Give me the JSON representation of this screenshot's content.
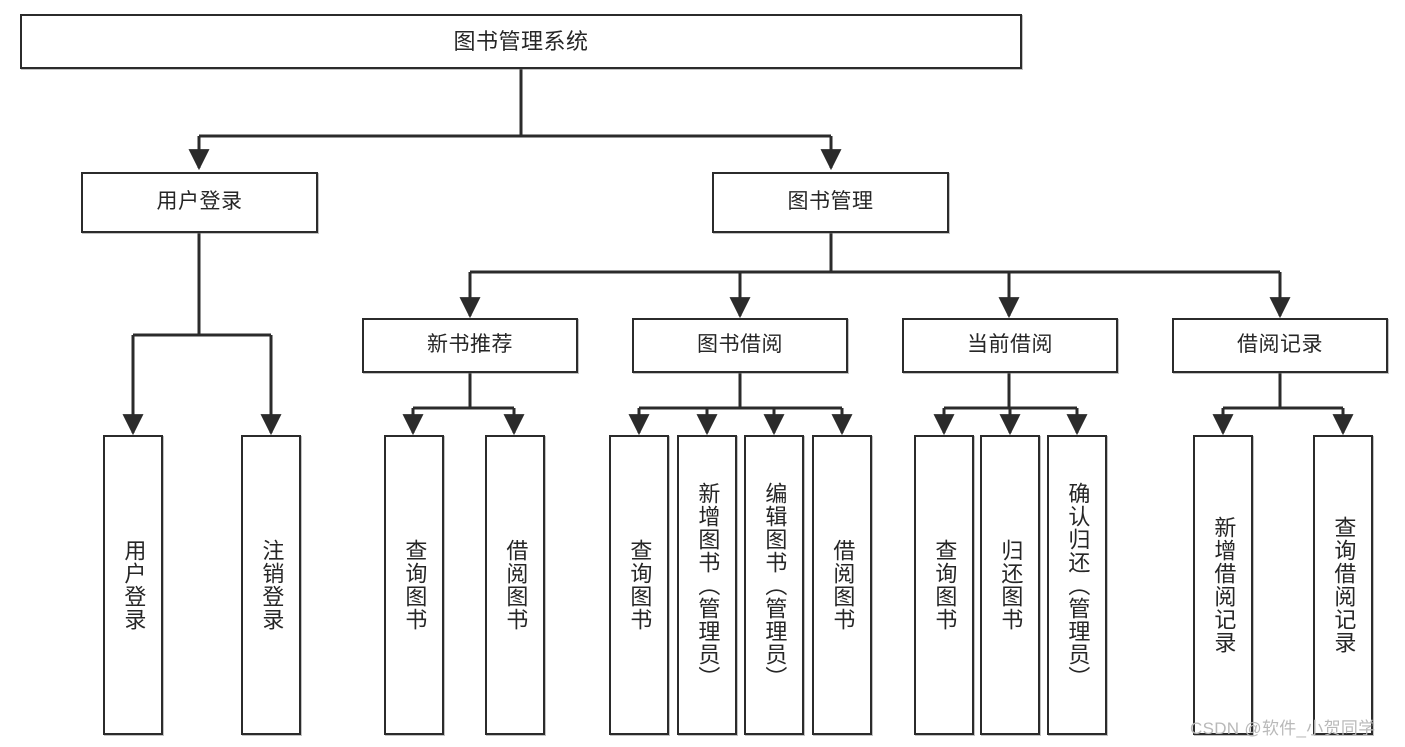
{
  "diagram": {
    "type": "tree-hierarchy-diagram",
    "title": "图书管理系统",
    "root": {
      "id": "root",
      "label": "图书管理系统"
    },
    "level1": [
      {
        "id": "user-login",
        "label": "用户登录"
      },
      {
        "id": "book-manage",
        "label": "图书管理"
      }
    ],
    "level2": [
      {
        "id": "new-book-recommend",
        "label": "新书推荐",
        "parent": "book-manage"
      },
      {
        "id": "book-borrow",
        "label": "图书借阅",
        "parent": "book-manage"
      },
      {
        "id": "current-borrow",
        "label": "当前借阅",
        "parent": "book-manage"
      },
      {
        "id": "borrow-record",
        "label": "借阅记录",
        "parent": "book-manage"
      }
    ],
    "leaves": [
      {
        "id": "leaf-user-login",
        "label": "用户登录",
        "parent": "user-login"
      },
      {
        "id": "leaf-logout-login",
        "label": "注销登录",
        "parent": "user-login"
      },
      {
        "id": "leaf-query-book-1",
        "label": "查询图书",
        "parent": "new-book-recommend"
      },
      {
        "id": "leaf-borrow-book-1",
        "label": "借阅图书",
        "parent": "new-book-recommend"
      },
      {
        "id": "leaf-query-book-2",
        "label": "查询图书",
        "parent": "book-borrow"
      },
      {
        "id": "leaf-add-book",
        "label": "新增图书（管理员）",
        "parent": "book-borrow"
      },
      {
        "id": "leaf-edit-book",
        "label": "编辑图书（管理员）",
        "parent": "book-borrow"
      },
      {
        "id": "leaf-borrow-book-2",
        "label": "借阅图书",
        "parent": "book-borrow"
      },
      {
        "id": "leaf-query-book-3",
        "label": "查询图书",
        "parent": "current-borrow"
      },
      {
        "id": "leaf-return-book",
        "label": "归还图书",
        "parent": "current-borrow"
      },
      {
        "id": "leaf-confirm-return",
        "label": "确认归还（管理员）",
        "parent": "current-borrow"
      },
      {
        "id": "leaf-add-record",
        "label": "新增借阅记录",
        "parent": "borrow-record"
      },
      {
        "id": "leaf-query-record",
        "label": "查询借阅记录",
        "parent": "borrow-record"
      }
    ],
    "colors": {
      "stroke": "#2b2b2b",
      "fill": "#ffffff",
      "text": "#262626",
      "watermark": "#b9b9b9"
    }
  },
  "watermark": {
    "text": "CSDN @软件_小贺同学"
  }
}
